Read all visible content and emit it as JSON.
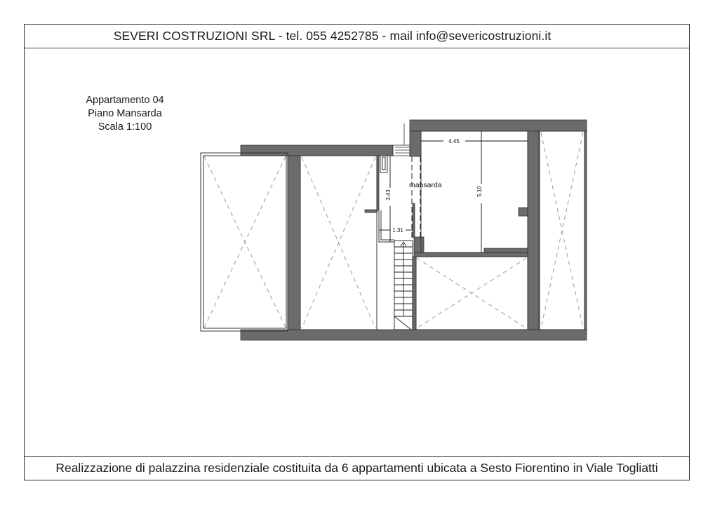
{
  "header": {
    "title": "SEVERI COSTRUZIONI SRL - tel. 055 4252785 - mail info@severicostruzioni.it"
  },
  "caption": {
    "line1": "Appartamento 04",
    "line2": "Piano Mansarda",
    "line3": "Scala 1:100"
  },
  "plan": {
    "room_label": "mansarda",
    "dimensions": {
      "width_main": "4.45",
      "depth_main": "5.10",
      "depth_corridor": "3.43",
      "width_corridor": "1.31"
    },
    "colors": {
      "wall": "#6b6b6b",
      "wall_outline": "#333333",
      "void_dash": "#9a9a9a",
      "line": "#222222"
    }
  },
  "footer": {
    "description": "Realizzazione di palazzina residenziale costituita da 6 appartamenti ubicata a Sesto Fiorentino in Viale Togliatti"
  }
}
